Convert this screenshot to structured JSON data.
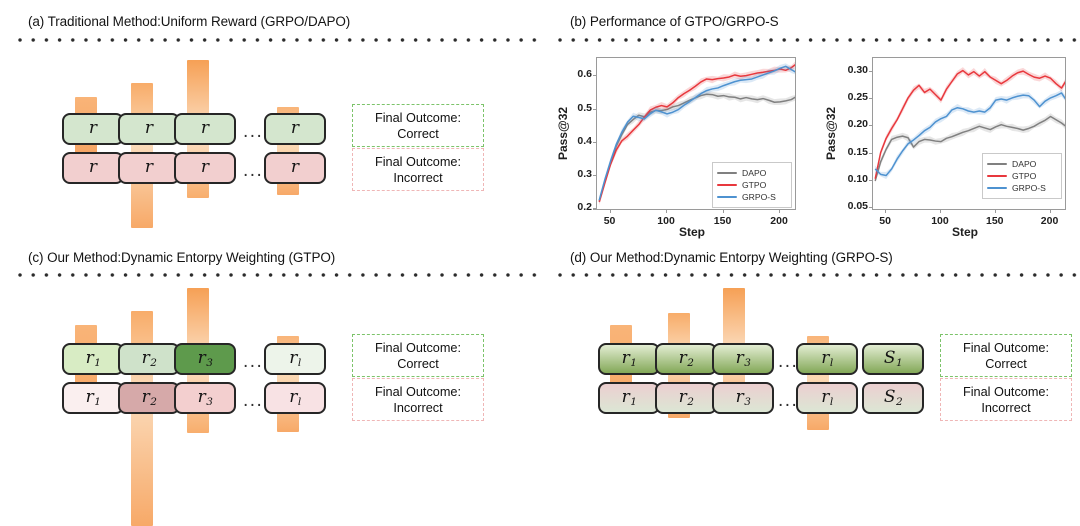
{
  "panels": {
    "a": {
      "title": "(a) Traditional Method:Uniform Reward (GRPO/DAPO)",
      "rows": [
        {
          "name": "correct-row",
          "tokens": [
            "r",
            "r",
            "r",
            "r"
          ],
          "ellipsis": "..."
        },
        {
          "name": "incorrect-row",
          "tokens": [
            "r",
            "r",
            "r",
            "r"
          ],
          "ellipsis": "..."
        }
      ],
      "outcome_correct_l1": "Final Outcome:",
      "outcome_correct_l2": "Correct",
      "outcome_incorrect_l1": "Final Outcome:",
      "outcome_incorrect_l2": "Incorrect"
    },
    "b": {
      "title": "(b) Performance of GTPO/GRPO-S"
    },
    "c": {
      "title": "(c) Our Method:Dynamic Entorpy Weighting (GTPO)",
      "rows": [
        {
          "name": "correct-row",
          "tokens": [
            "r1",
            "r2",
            "r3",
            "rl"
          ],
          "ellipsis": "..."
        },
        {
          "name": "incorrect-row",
          "tokens": [
            "r1",
            "r2",
            "r3",
            "rl"
          ],
          "ellipsis": "..."
        }
      ],
      "outcome_correct_l1": "Final Outcome:",
      "outcome_correct_l2": "Correct",
      "outcome_incorrect_l1": "Final Outcome:",
      "outcome_incorrect_l2": "Incorrect"
    },
    "d": {
      "title": "(d) Our Method:Dynamic Entorpy Weighting (GRPO-S)",
      "rows": [
        {
          "name": "correct-row",
          "tokens": [
            "r1",
            "r2",
            "r3",
            "rl",
            "S1"
          ],
          "ellipsis": "..."
        },
        {
          "name": "incorrect-row",
          "tokens": [
            "r1",
            "r2",
            "r3",
            "rl",
            "S2"
          ],
          "ellipsis": "..."
        }
      ],
      "outcome_correct_l1": "Final Outcome:",
      "outcome_correct_l2": "Correct",
      "outcome_incorrect_l1": "Final Outcome:",
      "outcome_incorrect_l2": "Incorrect"
    }
  },
  "colors": {
    "entropy_bar": "#F8A963",
    "green_fill": "#D4E6CE",
    "red_fill": "#F2CFCF",
    "deep_green": "#5E9A4C",
    "box_stroke": "#262626",
    "dapo": "#808080",
    "gtpo": "#E8383D",
    "grpo_s": "#4E92D0",
    "correct_dash": "#7CC36A",
    "incorrect_dash": "#EFB6B6"
  },
  "chart_data": [
    {
      "id": "chart-left",
      "type": "line",
      "title": "",
      "xlabel": "Step",
      "ylabel": "Pass@32",
      "xlim": [
        38,
        215
      ],
      "ylim": [
        0.195,
        0.655
      ],
      "xticks": [
        50,
        100,
        150,
        200
      ],
      "yticks": [
        0.2,
        0.3,
        0.4,
        0.5,
        0.6
      ],
      "ytick_labels": [
        "0.2",
        "0.3",
        "0.4",
        "0.5",
        "0.6"
      ],
      "grid": false,
      "legend_position": "lower right",
      "band": true,
      "x": [
        40,
        45,
        50,
        55,
        60,
        65,
        70,
        75,
        80,
        85,
        90,
        95,
        100,
        105,
        110,
        115,
        120,
        125,
        130,
        135,
        140,
        145,
        150,
        155,
        160,
        165,
        170,
        175,
        180,
        185,
        190,
        195,
        200,
        205,
        210,
        214
      ],
      "series": [
        {
          "name": "DAPO",
          "color": "#808080",
          "values": [
            0.225,
            0.285,
            0.34,
            0.39,
            0.425,
            0.455,
            0.47,
            0.483,
            0.478,
            0.492,
            0.497,
            0.497,
            0.5,
            0.508,
            0.512,
            0.52,
            0.528,
            0.535,
            0.542,
            0.546,
            0.545,
            0.54,
            0.542,
            0.538,
            0.537,
            0.532,
            0.536,
            0.532,
            0.53,
            0.533,
            0.528,
            0.522,
            0.523,
            0.526,
            0.53,
            0.538
          ]
        },
        {
          "name": "GTPO",
          "color": "#E8383D",
          "values": [
            0.222,
            0.28,
            0.335,
            0.378,
            0.406,
            0.42,
            0.438,
            0.455,
            0.478,
            0.498,
            0.507,
            0.512,
            0.508,
            0.52,
            0.536,
            0.548,
            0.558,
            0.57,
            0.583,
            0.592,
            0.59,
            0.593,
            0.595,
            0.598,
            0.604,
            0.6,
            0.602,
            0.606,
            0.61,
            0.612,
            0.615,
            0.618,
            0.622,
            0.618,
            0.626,
            0.636
          ]
        },
        {
          "name": "GRPO-S",
          "color": "#4E92D0",
          "values": [
            0.228,
            0.29,
            0.345,
            0.395,
            0.432,
            0.462,
            0.48,
            0.476,
            0.472,
            0.487,
            0.498,
            0.493,
            0.487,
            0.492,
            0.5,
            0.513,
            0.524,
            0.536,
            0.548,
            0.557,
            0.562,
            0.565,
            0.572,
            0.578,
            0.584,
            0.588,
            0.59,
            0.592,
            0.598,
            0.604,
            0.61,
            0.616,
            0.624,
            0.63,
            0.62,
            0.612
          ]
        }
      ]
    },
    {
      "id": "chart-right",
      "type": "line",
      "title": "",
      "xlabel": "Step",
      "ylabel": "Pass@32",
      "xlim": [
        38,
        215
      ],
      "ylim": [
        0.045,
        0.325
      ],
      "xticks": [
        50,
        100,
        150,
        200
      ],
      "yticks": [
        0.05,
        0.1,
        0.15,
        0.2,
        0.25,
        0.3
      ],
      "ytick_labels": [
        "0.05",
        "0.10",
        "0.15",
        "0.20",
        "0.25",
        "0.30"
      ],
      "grid": false,
      "legend_position": "lower right",
      "band": true,
      "x": [
        40,
        45,
        50,
        55,
        60,
        65,
        70,
        75,
        80,
        85,
        90,
        95,
        100,
        105,
        110,
        115,
        120,
        125,
        130,
        135,
        140,
        145,
        150,
        155,
        160,
        165,
        170,
        175,
        180,
        185,
        190,
        195,
        200,
        205,
        210,
        214
      ],
      "series": [
        {
          "name": "DAPO",
          "color": "#808080",
          "values": [
            0.1,
            0.135,
            0.158,
            0.176,
            0.18,
            0.182,
            0.179,
            0.162,
            0.172,
            0.176,
            0.175,
            0.173,
            0.172,
            0.178,
            0.181,
            0.185,
            0.189,
            0.192,
            0.196,
            0.2,
            0.197,
            0.194,
            0.199,
            0.203,
            0.2,
            0.198,
            0.196,
            0.193,
            0.196,
            0.2,
            0.206,
            0.211,
            0.218,
            0.212,
            0.206,
            0.2
          ]
        },
        {
          "name": "GTPO",
          "color": "#E8383D",
          "values": [
            0.104,
            0.152,
            0.178,
            0.196,
            0.212,
            0.232,
            0.252,
            0.266,
            0.275,
            0.262,
            0.268,
            0.258,
            0.248,
            0.268,
            0.282,
            0.296,
            0.302,
            0.294,
            0.3,
            0.292,
            0.3,
            0.29,
            0.284,
            0.278,
            0.284,
            0.292,
            0.298,
            0.301,
            0.295,
            0.29,
            0.288,
            0.292,
            0.288,
            0.278,
            0.27,
            0.283
          ]
        },
        {
          "name": "GRPO-S",
          "color": "#4E92D0",
          "values": [
            0.122,
            0.112,
            0.11,
            0.122,
            0.14,
            0.155,
            0.168,
            0.175,
            0.183,
            0.192,
            0.198,
            0.208,
            0.214,
            0.218,
            0.23,
            0.234,
            0.232,
            0.228,
            0.226,
            0.228,
            0.226,
            0.234,
            0.248,
            0.25,
            0.248,
            0.252,
            0.255,
            0.257,
            0.256,
            0.248,
            0.236,
            0.246,
            0.252,
            0.256,
            0.261,
            0.249
          ]
        }
      ]
    }
  ]
}
